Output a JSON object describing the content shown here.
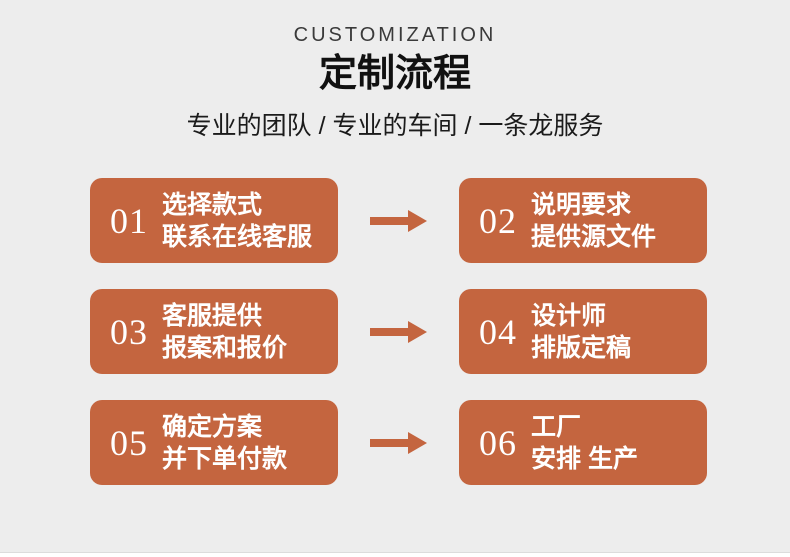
{
  "header": {
    "eyebrow": "CUSTOMIZATION",
    "title": "定制流程",
    "subtitle": "专业的团队 / 专业的车间 / 一条龙服务"
  },
  "steps": [
    {
      "number": "01",
      "line1": "选择款式",
      "line2": "联系在线客服"
    },
    {
      "number": "02",
      "line1": "说明要求",
      "line2": "提供源文件"
    },
    {
      "number": "03",
      "line1": "客服提供",
      "line2": "报案和报价"
    },
    {
      "number": "04",
      "line1": "设计师",
      "line2": "排版定稿"
    },
    {
      "number": "05",
      "line1": "确定方案",
      "line2": "并下单付款"
    },
    {
      "number": "06",
      "line1": "工厂",
      "line2": "安排 生产"
    }
  ],
  "icons": {
    "arrow": "arrow-right-icon"
  },
  "colors": {
    "page_bg": "#EDEDED",
    "step_box_bg": "#C4653F",
    "arrow": "#C4653F",
    "step_text": "#FFFFFF",
    "title_text": "#111111",
    "eyebrow_text": "#3A3A3A",
    "subtitle_text": "#1B1B1B"
  }
}
